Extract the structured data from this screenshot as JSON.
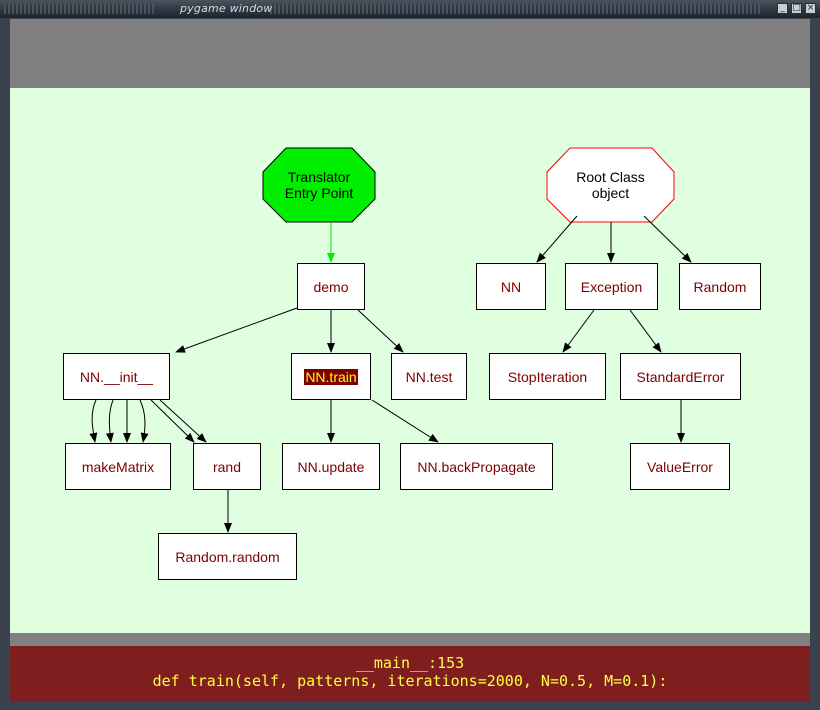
{
  "window": {
    "title": "pygame window",
    "buttons": [
      "_",
      "□",
      "×"
    ]
  },
  "graph": {
    "entry": {
      "line1": "Translator",
      "line2": "Entry Point"
    },
    "root": {
      "line1": "Root Class",
      "line2": "object"
    },
    "nodes": {
      "demo": "demo",
      "nn_init": "NN.__init__",
      "nn_train": "NN.train",
      "nn_test": "NN.test",
      "make_matrix": "makeMatrix",
      "rand": "rand",
      "nn_update": "NN.update",
      "nn_backprop": "NN.backPropagate",
      "random_random": "Random.random",
      "nn": "NN",
      "exception": "Exception",
      "random": "Random",
      "stop_iteration": "StopIteration",
      "standard_error": "StandardError",
      "value_error": "ValueError"
    },
    "selected": "nn_train",
    "colors": {
      "background": "#e0ffe0",
      "node_text": "#7f0000",
      "entry_fill": "#00ee00",
      "entry_edge": "#00ee00",
      "root_border": "#ff0000",
      "highlight_bg": "#7f0000",
      "highlight_text": "#ffff00"
    }
  },
  "status": {
    "location": "__main__:153",
    "source": "def train(self, patterns, iterations=2000, N=0.5, M=0.1):"
  }
}
